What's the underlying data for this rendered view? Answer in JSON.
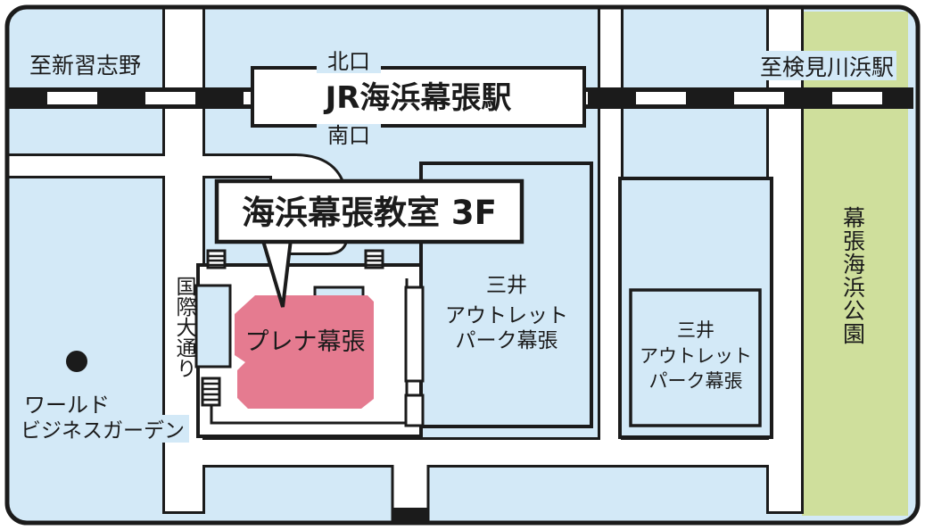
{
  "map": {
    "background_color": "#d3e9f7",
    "park_color": "#cfdf9c",
    "building_color": "#e57b90",
    "accent_text_color": "#1565b0",
    "line_color": "#1b1b1b",
    "railway": {
      "left_destination": "至新習志野",
      "right_destination": "至検見川浜駅"
    },
    "station": {
      "name": "JR海浜幕張駅",
      "north_exit": "北口",
      "south_exit": "南口"
    },
    "callout": {
      "label": "海浜幕張教室 3F"
    },
    "road": {
      "kokusai_odori": "国際大通り"
    },
    "buildings": {
      "plena_makuhari": "プレナ幕張",
      "mitsui_outlet_1": [
        "三井",
        "アウトレット",
        "パーク幕張"
      ],
      "mitsui_outlet_2": [
        "三井",
        "アウトレット",
        "パーク幕張"
      ],
      "world_business_garden": [
        "ワールド",
        "ビジネスガーデン"
      ],
      "makuhari_seaside_park": "幕張海浜公園"
    }
  }
}
